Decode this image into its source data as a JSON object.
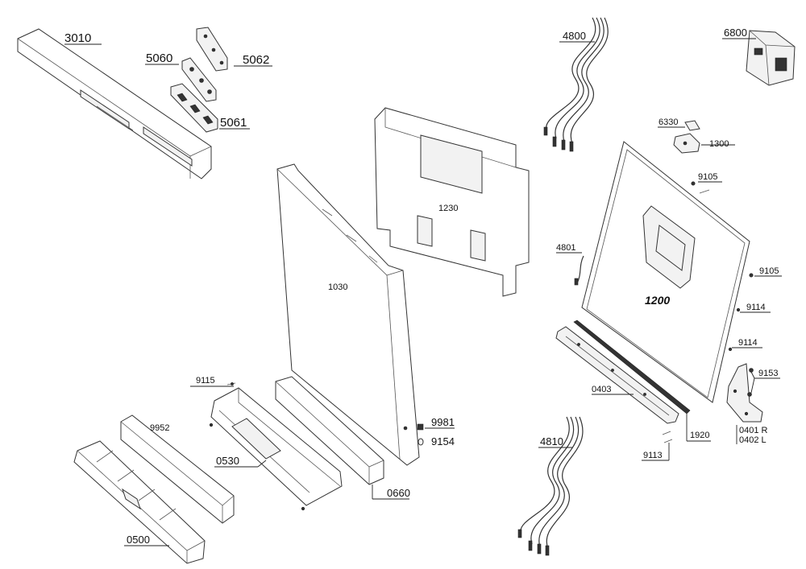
{
  "labels": {
    "p3010": "3010",
    "p5060": "5060",
    "p5062": "5062",
    "p5061": "5061",
    "p1030": "1030",
    "p1230": "1230",
    "p4800": "4800",
    "p6800": "6800",
    "p6330": "6330",
    "p1300": "1300",
    "p9105a": "9105",
    "p9105b": "9105",
    "p4801": "4801",
    "p1200": "1200",
    "p9114a": "9114",
    "p9114b": "9114",
    "p9153": "9153",
    "p0403": "0403",
    "p0401r": "0401 R",
    "p0402l": "0402 L",
    "p1920": "1920",
    "p9113": "9113",
    "p4810": "4810",
    "p9115": "9115",
    "p9952": "9952",
    "p0530": "0530",
    "p0660": "0660",
    "p9981": "9981",
    "p9154": "9154",
    "p0500": "0500"
  }
}
